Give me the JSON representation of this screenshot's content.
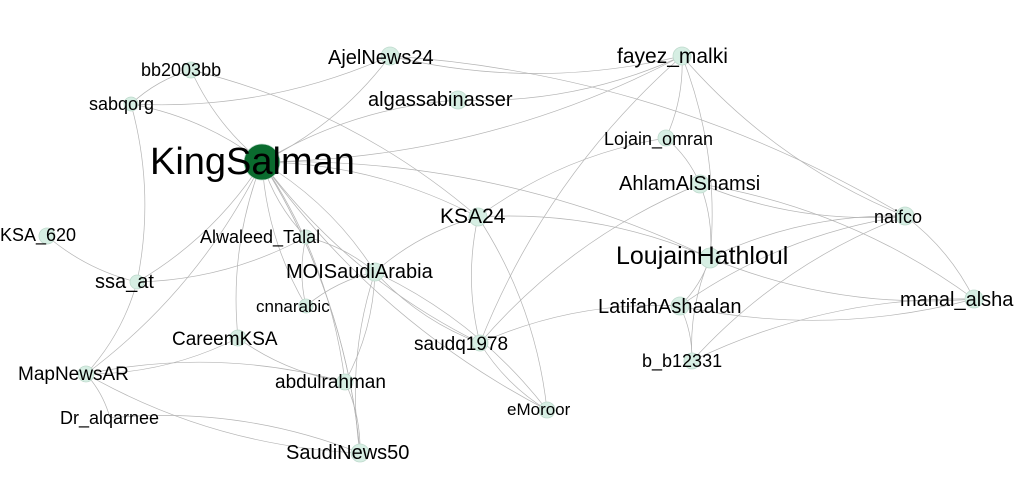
{
  "graph": {
    "colors": {
      "node_fill": "#d6eee3",
      "hub_fill": "#0a6b2e",
      "edge": "#b4b4b4",
      "label": "#000000"
    },
    "nodes": [
      {
        "id": "KingSalman",
        "label": "KingSalman",
        "size": "hub"
      },
      {
        "id": "AjelNews24",
        "label": "AjelNews24",
        "size": "small"
      },
      {
        "id": "bb2003bb",
        "label": "bb2003bb",
        "size": "small"
      },
      {
        "id": "sabqorg",
        "label": "sabqorg",
        "size": "small"
      },
      {
        "id": "algassabinasser",
        "label": "algassabinasser",
        "size": "medium"
      },
      {
        "id": "fayez_malki",
        "label": "fayez_malki",
        "size": "medium"
      },
      {
        "id": "Lojain_omran",
        "label": "Lojain_omran",
        "size": "small"
      },
      {
        "id": "AhlamAlShamsi",
        "label": "AhlamAlShamsi",
        "size": "small"
      },
      {
        "id": "naifco",
        "label": "naifco",
        "size": "small"
      },
      {
        "id": "KSA24",
        "label": "KSA24",
        "size": "medium"
      },
      {
        "id": "LoujainHathloul",
        "label": "LoujainHathloul",
        "size": "large"
      },
      {
        "id": "manal_alsharif",
        "label": "manal_alsha",
        "size": "medium"
      },
      {
        "id": "KSA_620",
        "label": "KSA_620",
        "size": "small"
      },
      {
        "id": "Alwaleed_Talal",
        "label": "Alwaleed_Talal",
        "size": "small"
      },
      {
        "id": "MOISaudiArabia",
        "label": "MOISaudiArabia",
        "size": "medium"
      },
      {
        "id": "ssa_at",
        "label": "ssa_at",
        "size": "small"
      },
      {
        "id": "cnnarabic",
        "label": "cnnarabic",
        "size": "small"
      },
      {
        "id": "LatifahAshaalan",
        "label": "LatifahAshaalan",
        "size": "medium"
      },
      {
        "id": "CareemKSA",
        "label": "CareemKSA",
        "size": "small"
      },
      {
        "id": "saudq1978",
        "label": "saudq1978",
        "size": "small"
      },
      {
        "id": "b_b12331",
        "label": "b_b12331",
        "size": "small"
      },
      {
        "id": "MapNewsAR",
        "label": "MapNewsAR",
        "size": "small"
      },
      {
        "id": "abdulrahman",
        "label": "abdulrahman",
        "size": "small"
      },
      {
        "id": "eMoroor",
        "label": "eMoroor",
        "size": "small"
      },
      {
        "id": "Dr_alqarnee",
        "label": "Dr_alqarnee",
        "size": "small"
      },
      {
        "id": "SaudiNews50",
        "label": "SaudiNews50",
        "size": "medium"
      }
    ],
    "edges": [
      [
        "KingSalman",
        "AjelNews24"
      ],
      [
        "KingSalman",
        "bb2003bb"
      ],
      [
        "KingSalman",
        "sabqorg"
      ],
      [
        "KingSalman",
        "algassabinasser"
      ],
      [
        "KingSalman",
        "fayez_malki"
      ],
      [
        "KingSalman",
        "KSA24"
      ],
      [
        "KingSalman",
        "Alwaleed_Talal"
      ],
      [
        "KingSalman",
        "MOISaudiArabia"
      ],
      [
        "KingSalman",
        "cnnarabic"
      ],
      [
        "KingSalman",
        "ssa_at"
      ],
      [
        "KingSalman",
        "CareemKSA"
      ],
      [
        "KingSalman",
        "abdulrahman"
      ],
      [
        "KingSalman",
        "saudq1978"
      ],
      [
        "KingSalman",
        "SaudiNews50"
      ],
      [
        "KingSalman",
        "eMoroor"
      ],
      [
        "KingSalman",
        "LoujainHathloul"
      ],
      [
        "sabqorg",
        "AjelNews24"
      ],
      [
        "sabqorg",
        "ssa_at"
      ],
      [
        "bb2003bb",
        "sabqorg"
      ],
      [
        "bb2003bb",
        "KSA24"
      ],
      [
        "AjelNews24",
        "fayez_malki"
      ],
      [
        "AjelNews24",
        "naifco"
      ],
      [
        "algassabinasser",
        "fayez_malki"
      ],
      [
        "fayez_malki",
        "Lojain_omran"
      ],
      [
        "fayez_malki",
        "naifco"
      ],
      [
        "fayez_malki",
        "LoujainHathloul"
      ],
      [
        "fayez_malki",
        "saudq1978"
      ],
      [
        "Lojain_omran",
        "AhlamAlShamsi"
      ],
      [
        "Lojain_omran",
        "KSA24"
      ],
      [
        "AhlamAlShamsi",
        "LoujainHathloul"
      ],
      [
        "AhlamAlShamsi",
        "naifco"
      ],
      [
        "AhlamAlShamsi",
        "manal_alsharif"
      ],
      [
        "AhlamAlShamsi",
        "saudq1978"
      ],
      [
        "KSA24",
        "LoujainHathloul"
      ],
      [
        "KSA24",
        "MOISaudiArabia"
      ],
      [
        "KSA24",
        "eMoroor"
      ],
      [
        "KSA24",
        "saudq1978"
      ],
      [
        "LoujainHathloul",
        "naifco"
      ],
      [
        "LoujainHathloul",
        "manal_alsharif"
      ],
      [
        "LoujainHathloul",
        "LatifahAshaalan"
      ],
      [
        "LoujainHathloul",
        "b_b12331"
      ],
      [
        "LatifahAshaalan",
        "naifco"
      ],
      [
        "LatifahAshaalan",
        "manal_alsharif"
      ],
      [
        "LatifahAshaalan",
        "b_b12331"
      ],
      [
        "LatifahAshaalan",
        "saudq1978"
      ],
      [
        "naifco",
        "manal_alsharif"
      ],
      [
        "naifco",
        "b_b12331"
      ],
      [
        "b_b12331",
        "manal_alsharif"
      ],
      [
        "saudq1978",
        "eMoroor"
      ],
      [
        "saudq1978",
        "MOISaudiArabia"
      ],
      [
        "MOISaudiArabia",
        "cnnarabic"
      ],
      [
        "MOISaudiArabia",
        "abdulrahman"
      ],
      [
        "MOISaudiArabia",
        "SaudiNews50"
      ],
      [
        "MOISaudiArabia",
        "eMoroor"
      ],
      [
        "MOISaudiArabia",
        "Alwaleed_Talal"
      ],
      [
        "Alwaleed_Talal",
        "ssa_at"
      ],
      [
        "KSA_620",
        "ssa_at"
      ],
      [
        "ssa_at",
        "MapNewsAR"
      ],
      [
        "MapNewsAR",
        "CareemKSA"
      ],
      [
        "MapNewsAR",
        "Dr_alqarnee"
      ],
      [
        "MapNewsAR",
        "SaudiNews50"
      ],
      [
        "MapNewsAR",
        "abdulrahman"
      ],
      [
        "MapNewsAR",
        "KingSalman"
      ],
      [
        "Dr_alqarnee",
        "SaudiNews50"
      ],
      [
        "CareemKSA",
        "abdulrahman"
      ],
      [
        "abdulrahman",
        "SaudiNews50"
      ],
      [
        "SaudiNews50",
        "KingSalman"
      ],
      [
        "cnnarabic",
        "Alwaleed_Talal"
      ]
    ]
  }
}
